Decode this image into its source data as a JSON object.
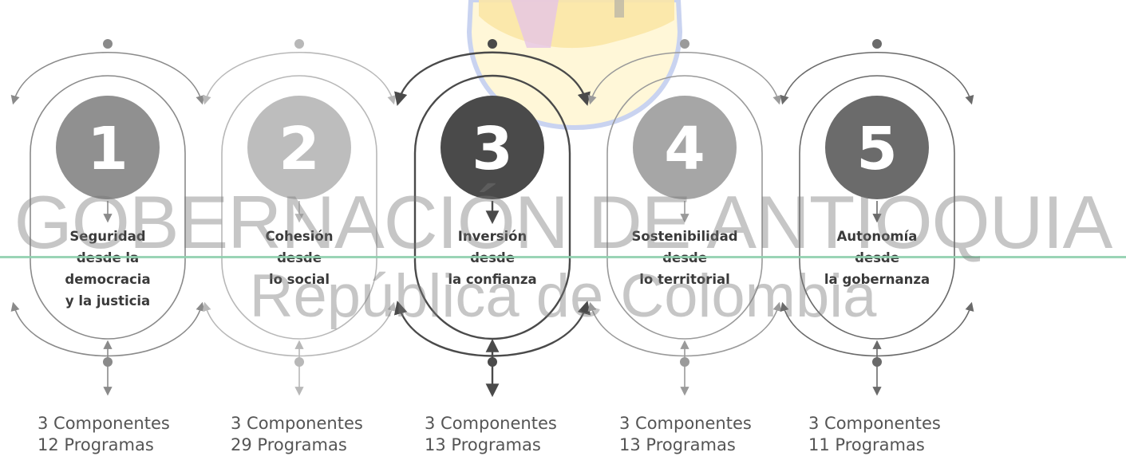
{
  "pillars": [
    {
      "number": "1",
      "title": [
        "Seguridad",
        "desde la",
        "democracia",
        "y la justicia"
      ],
      "components": "3 Componentes",
      "programs": "12 Programas",
      "color": "#909090",
      "line": "#8a8a8a"
    },
    {
      "number": "2",
      "title": [
        "Cohesión",
        "desde",
        "lo social"
      ],
      "components": "3 Componentes",
      "programs": "29 Programas",
      "color": "#bdbdbd",
      "line": "#b8b8b8"
    },
    {
      "number": "3",
      "title": [
        "Inversión",
        "desde",
        "la confianza"
      ],
      "components": "3 Componentes",
      "programs": "13 Programas",
      "color": "#4a4a4a",
      "line": "#4a4a4a"
    },
    {
      "number": "4",
      "title": [
        "Sostenibilidad",
        "desde",
        "lo territorial"
      ],
      "components": "3 Componentes",
      "programs": "13 Programas",
      "color": "#a6a6a6",
      "line": "#9a9a9a"
    },
    {
      "number": "5",
      "title": [
        "Autonomía",
        "desde",
        "la gobernanza"
      ],
      "components": "3 Componentes",
      "programs": "11 Programas",
      "color": "#6b6b6b",
      "line": "#6a6a6a"
    }
  ],
  "watermark": {
    "line1": "GOBERNACIÓN DE ANTIOQUIA",
    "line2": "República de Colombia"
  },
  "logo": {
    "icon": "antioquia-seal-icon",
    "fill": "#fdf0c0",
    "border": "#c9d3f0"
  }
}
